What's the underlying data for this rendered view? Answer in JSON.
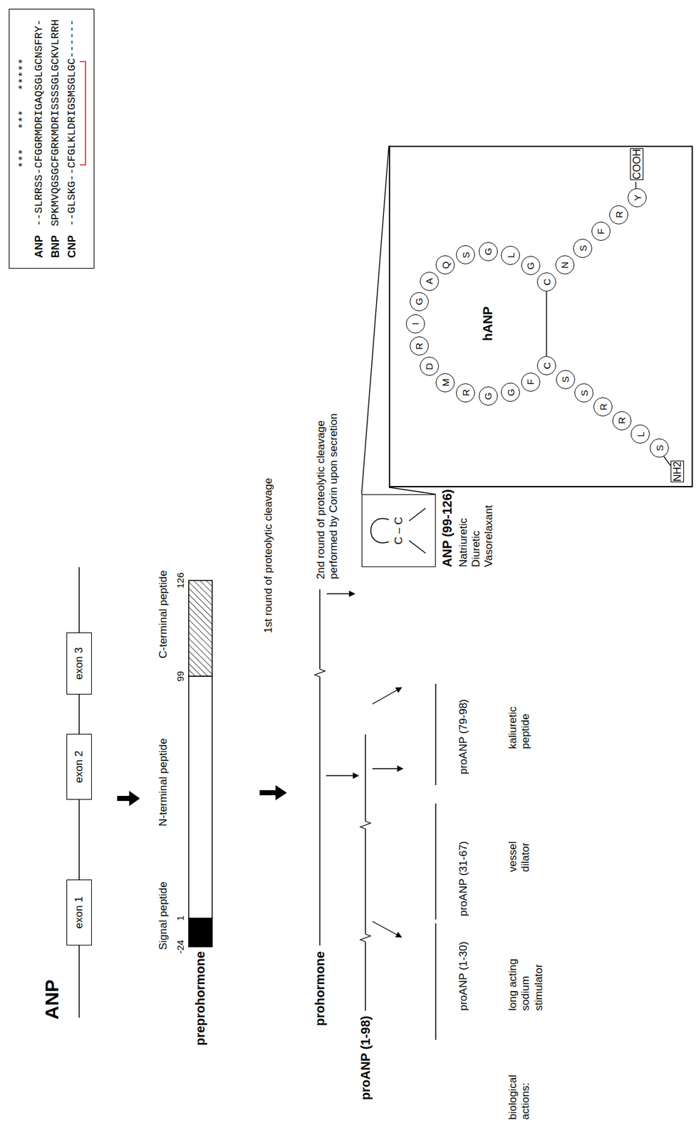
{
  "diagram": {
    "title": "ANP",
    "nodes": [
      {
        "text": [
          "exon 1"
        ]
      },
      {
        "text": [
          "exon 2"
        ]
      },
      {
        "text": [
          "exon 3"
        ]
      },
      {
        "text": [
          "C – C"
        ]
      },
      {
        "text": [
          "hANP"
        ]
      },
      {
        "text": [
          "S"
        ],
        "in": 4
      },
      {
        "text": [
          "L"
        ],
        "in": 4
      },
      {
        "text": [
          "R"
        ],
        "in": 4
      },
      {
        "text": [
          "R"
        ],
        "in": 4
      },
      {
        "text": [
          "S"
        ],
        "in": 4
      },
      {
        "text": [
          "S"
        ],
        "in": 4
      },
      {
        "text": [
          "C"
        ],
        "in": 4
      },
      {
        "text": [
          "F"
        ],
        "in": 4
      },
      {
        "text": [
          "G"
        ],
        "in": 4
      },
      {
        "text": [
          "G"
        ],
        "in": 4
      },
      {
        "text": [
          "R"
        ],
        "in": 4
      },
      {
        "text": [
          "M"
        ],
        "in": 4
      },
      {
        "text": [
          "D"
        ],
        "in": 4
      },
      {
        "text": [
          "R"
        ],
        "in": 4
      },
      {
        "text": [
          "I"
        ],
        "in": 4
      },
      {
        "text": [
          "G"
        ],
        "in": 4
      },
      {
        "text": [
          "A"
        ],
        "in": 4
      },
      {
        "text": [
          "Q"
        ],
        "in": 4
      },
      {
        "text": [
          "S"
        ],
        "in": 4
      },
      {
        "text": [
          "G"
        ],
        "in": 4
      },
      {
        "text": [
          "L"
        ],
        "in": 4
      },
      {
        "text": [
          "G"
        ],
        "in": 4
      },
      {
        "text": [
          "C"
        ],
        "in": 4
      },
      {
        "text": [
          "N"
        ],
        "in": 4
      },
      {
        "text": [
          "S"
        ],
        "in": 4
      },
      {
        "text": [
          "F"
        ],
        "in": 4
      },
      {
        "text": [
          "R"
        ],
        "in": 4
      },
      {
        "text": [
          "Y"
        ],
        "in": 4
      },
      {
        "text": [
          "***   ***   *****",
          "ANP",
          "--SLRRSS-CFGGRMDRIGAQSGLGCNSFRY-",
          "BNP",
          "SPKMVQGSGCFGRKMDRISSSSGLGCKVLRRH",
          "CNP",
          "--GLSKG--CFGLKLDRIGSMSGLGC------"
        ]
      }
    ],
    "edges": [
      {
        "from": 3,
        "to": 4,
        "arrow": "none"
      },
      {
        "from": 3,
        "to": 4,
        "arrow": "none"
      },
      {
        "from": 11,
        "to": 27,
        "arrow": "none"
      }
    ],
    "labels": [
      "Signal peptide",
      "N-terminal peptide",
      "C-terminal peptide",
      "-24",
      "1",
      "99",
      "126",
      "preprohormone",
      "1st round of proteolytic cleavage",
      "prohormone",
      "proANP (1-98)",
      "2nd round of proteolytic cleavage performed by Corin upon secretion",
      "proANP (1-30)",
      "proANP (31-67)",
      "proANP (79-98)",
      "biological actions:",
      "long acting sodium stimulator",
      "vessel dilator",
      "kaliuretic peptide",
      "ANP (99-126)",
      "Natriuretic",
      "Diuretic",
      "Vasorelaxant",
      "NH2",
      "COOH"
    ]
  }
}
